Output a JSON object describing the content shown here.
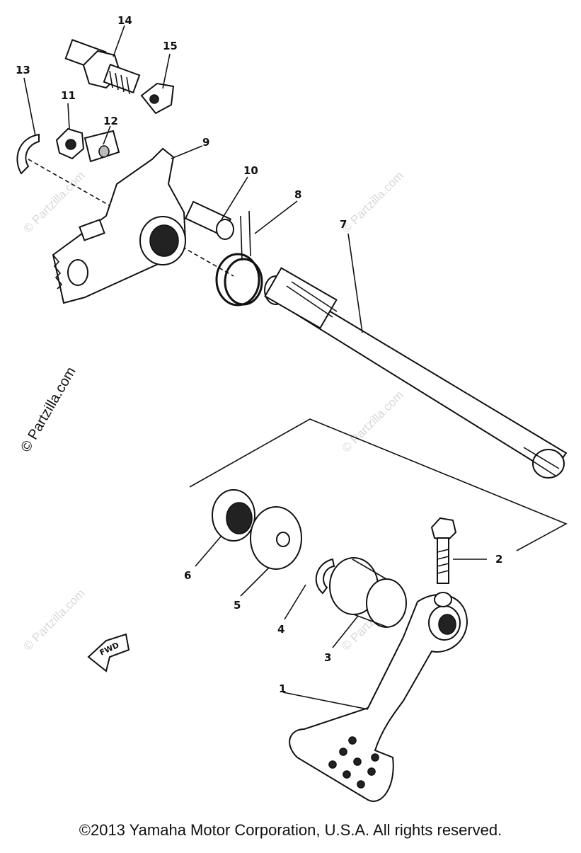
{
  "callouts": [
    {
      "num": "1"
    },
    {
      "num": "2"
    },
    {
      "num": "3"
    },
    {
      "num": "4"
    },
    {
      "num": "5"
    },
    {
      "num": "6"
    },
    {
      "num": "7"
    },
    {
      "num": "8"
    },
    {
      "num": "9"
    },
    {
      "num": "10"
    },
    {
      "num": "11"
    },
    {
      "num": "12"
    },
    {
      "num": "13"
    },
    {
      "num": "14"
    },
    {
      "num": "15"
    }
  ],
  "direction_badge": "FWD",
  "watermark": "© Partzilla.com",
  "copyright": "©2013  Yamaha Motor Corporation, U.S.A. All rights reserved."
}
